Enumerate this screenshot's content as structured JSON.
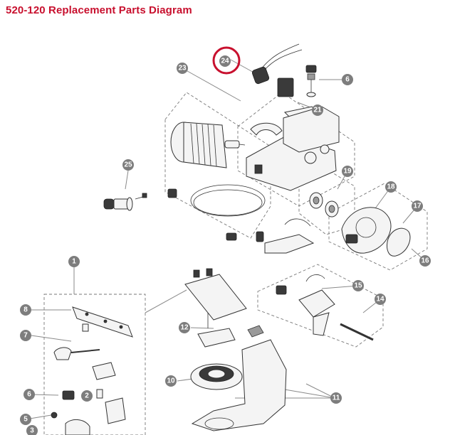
{
  "title": "520-120  Replacement Parts Diagram",
  "callouts": {
    "c1": "1",
    "c2": "2",
    "c3": "3",
    "c5": "5",
    "c6a": "6",
    "c6b": "6",
    "c7": "7",
    "c8": "8",
    "c10": "10",
    "c11": "11",
    "c12": "12",
    "c14": "14",
    "c15": "15",
    "c16": "16",
    "c17": "17",
    "c18": "18",
    "c19": "19",
    "c21": "21",
    "c23": "23",
    "c24": "24",
    "c25": "25"
  },
  "colors": {
    "title": "#c8102e",
    "highlight_ring": "#c8102e",
    "callout": "#7d7d7d"
  }
}
